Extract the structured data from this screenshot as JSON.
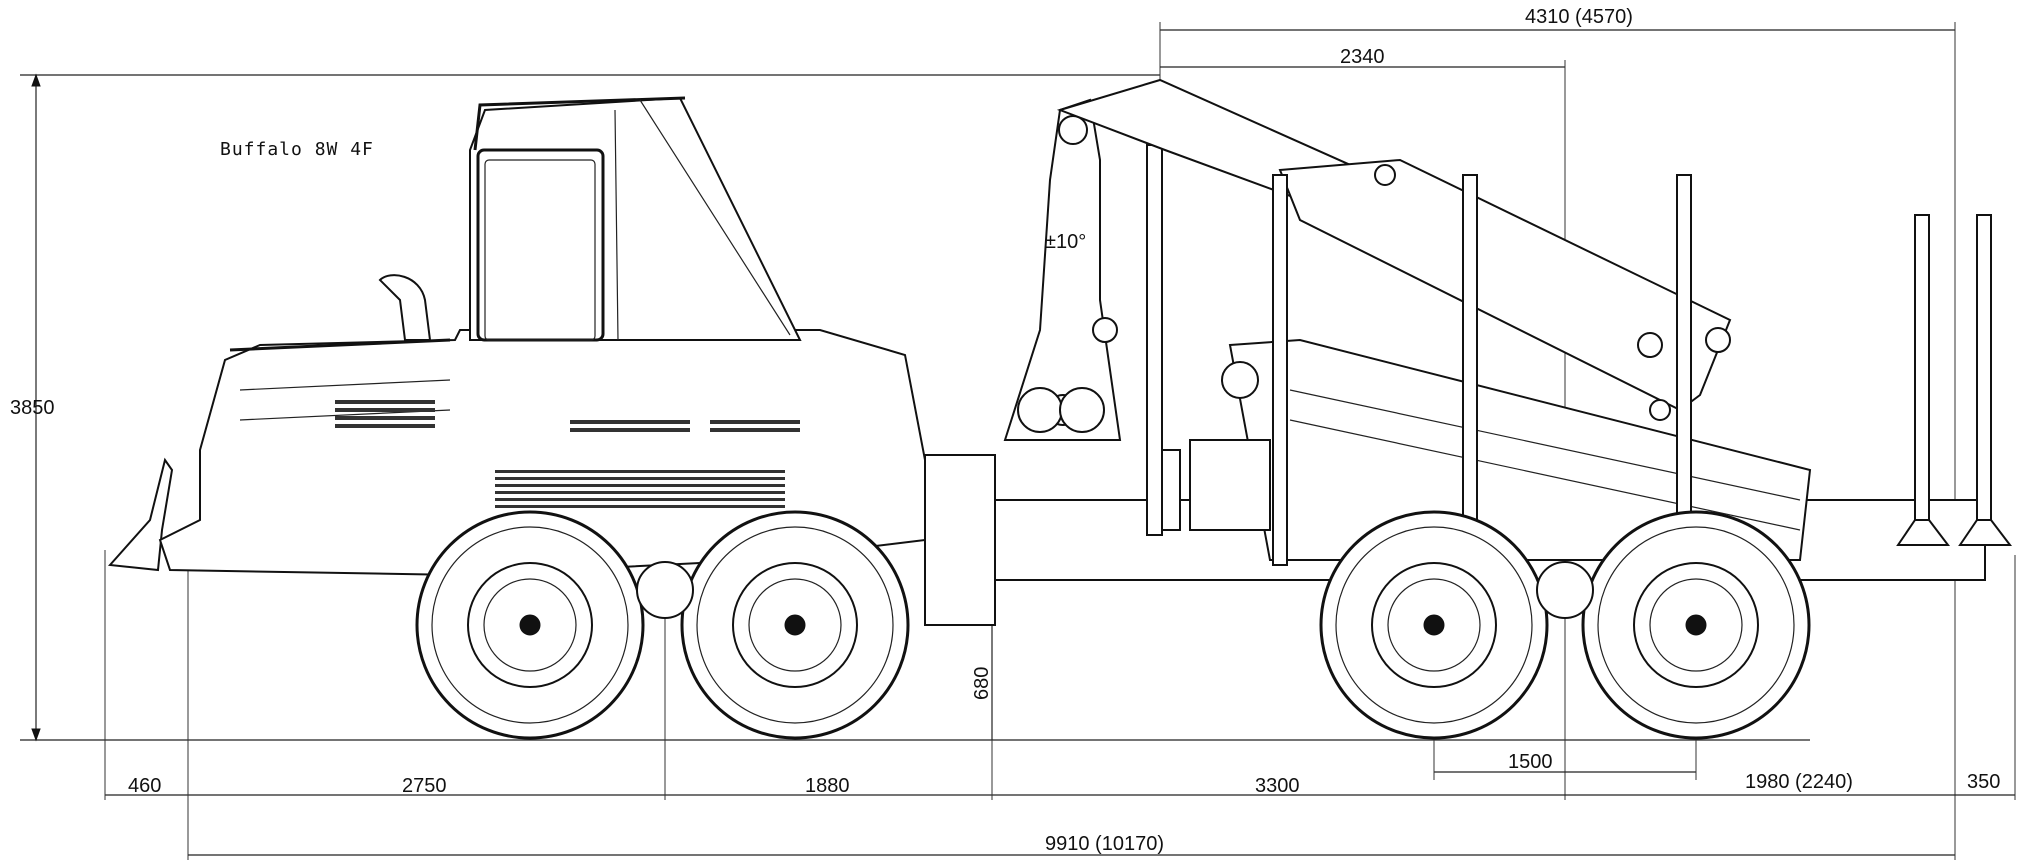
{
  "diagram": {
    "model_label": "Buffalo 8W 4F",
    "angle_label": "±10°",
    "dimensions": {
      "overall_height": "3850",
      "ground_clearance": "680",
      "crane_reach_top": "4310 (4570)",
      "crane_offset": "2340",
      "front_overhang": "460",
      "front_to_bogie": "2750",
      "front_bogie_to_joint": "1880",
      "joint_to_rear_bogie": "3300",
      "rear_bogie_spacing": "1500",
      "rear_overhang": "1980 (2240)",
      "stake_offset": "350",
      "overall_length": "9910 (10170)"
    }
  }
}
